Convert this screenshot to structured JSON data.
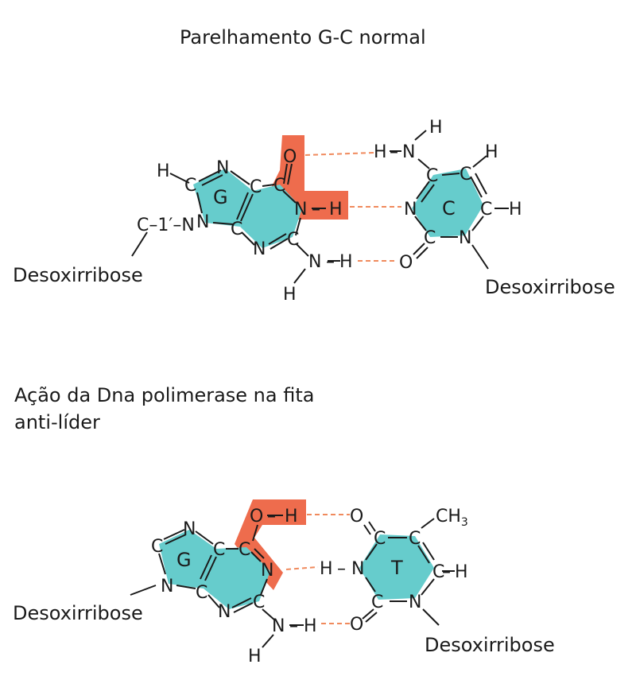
{
  "title_top": "Parelhamento G-C normal",
  "title_bottom": "Ação da Dna polimerase na fita anti-líder",
  "pair_gc": {
    "left_base": "G",
    "right_base": "C",
    "sugar_left": "Desoxirribose",
    "sugar_right": "Desoxirribose",
    "c1_label": "C–1′–N"
  },
  "pair_gt": {
    "left_base": "G",
    "right_base": "T",
    "sugar_left": "Desoxirribose",
    "sugar_right": "Desoxirribose",
    "methyl": "CH",
    "methyl_sub": "3"
  },
  "colors": {
    "ring": "#66cccc",
    "highlight": "#ee6c4d",
    "hbond": "#f08a5d"
  }
}
